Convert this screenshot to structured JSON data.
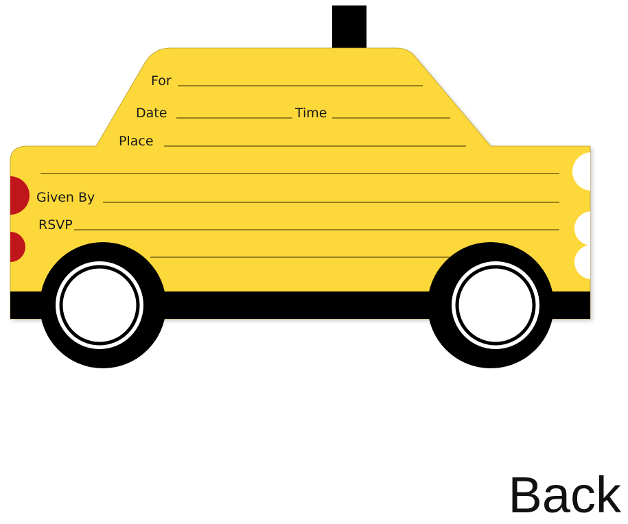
{
  "card": {
    "fields": {
      "for_label": "For",
      "date_label": "Date",
      "time_label": "Time",
      "place_label": "Place",
      "given_by_label": "Given By",
      "rsvp_label": "RSVP"
    }
  },
  "side_label": "Back",
  "colors": {
    "body": "#FDD83A",
    "stripe": "#000000",
    "tail_light": "#C0161B",
    "head_light": "#FFFFFF"
  }
}
